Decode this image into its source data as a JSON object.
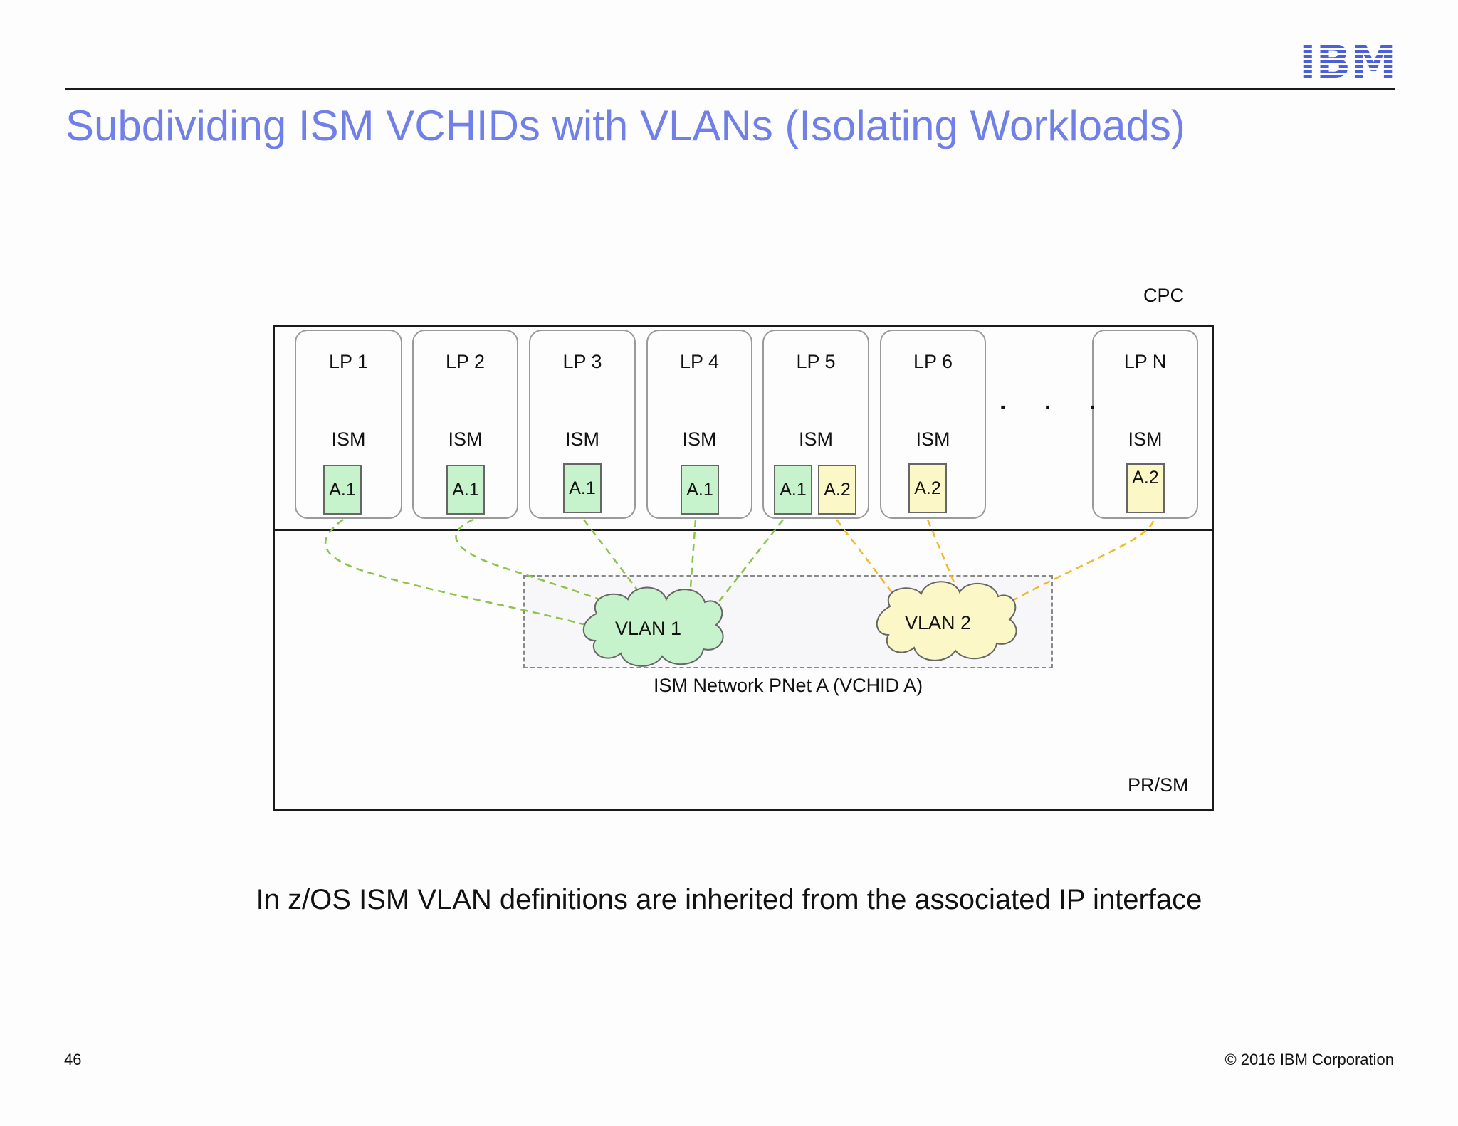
{
  "header": {
    "title": "Subdividing ISM VCHIDs with VLANs (Isolating Workloads)",
    "logo_text": "IBM",
    "brand_color": "#7080e6"
  },
  "diagram": {
    "cpc_label": "CPC",
    "prsm_label": "PR/SM",
    "ellipsis": ". . .",
    "lps": [
      {
        "label": "LP 1",
        "ism": "ISM",
        "ports": [
          "A.1"
        ]
      },
      {
        "label": "LP 2",
        "ism": "ISM",
        "ports": [
          "A.1"
        ]
      },
      {
        "label": "LP 3",
        "ism": "ISM",
        "ports": [
          "A.1"
        ]
      },
      {
        "label": "LP 4",
        "ism": "ISM",
        "ports": [
          "A.1"
        ]
      },
      {
        "label": "LP 5",
        "ism": "ISM",
        "ports": [
          "A.1",
          "A.2"
        ]
      },
      {
        "label": "LP 6",
        "ism": "ISM",
        "ports": [
          "A.2"
        ]
      },
      {
        "label": "LP N",
        "ism": "ISM",
        "ports": [
          "A.2"
        ]
      }
    ],
    "vlans": [
      {
        "label": "VLAN 1",
        "color": "#c6f2cc",
        "line_color": "#8cc44a"
      },
      {
        "label": "VLAN 2",
        "color": "#fbf7c6",
        "line_color": "#f0b92a"
      }
    ],
    "network_label": "ISM Network PNet A (VCHID A)"
  },
  "footer": {
    "statement": "In z/OS ISM VLAN definitions are inherited from the associated IP interface",
    "page_number": "46",
    "copyright": "© 2016 IBM Corporation"
  }
}
